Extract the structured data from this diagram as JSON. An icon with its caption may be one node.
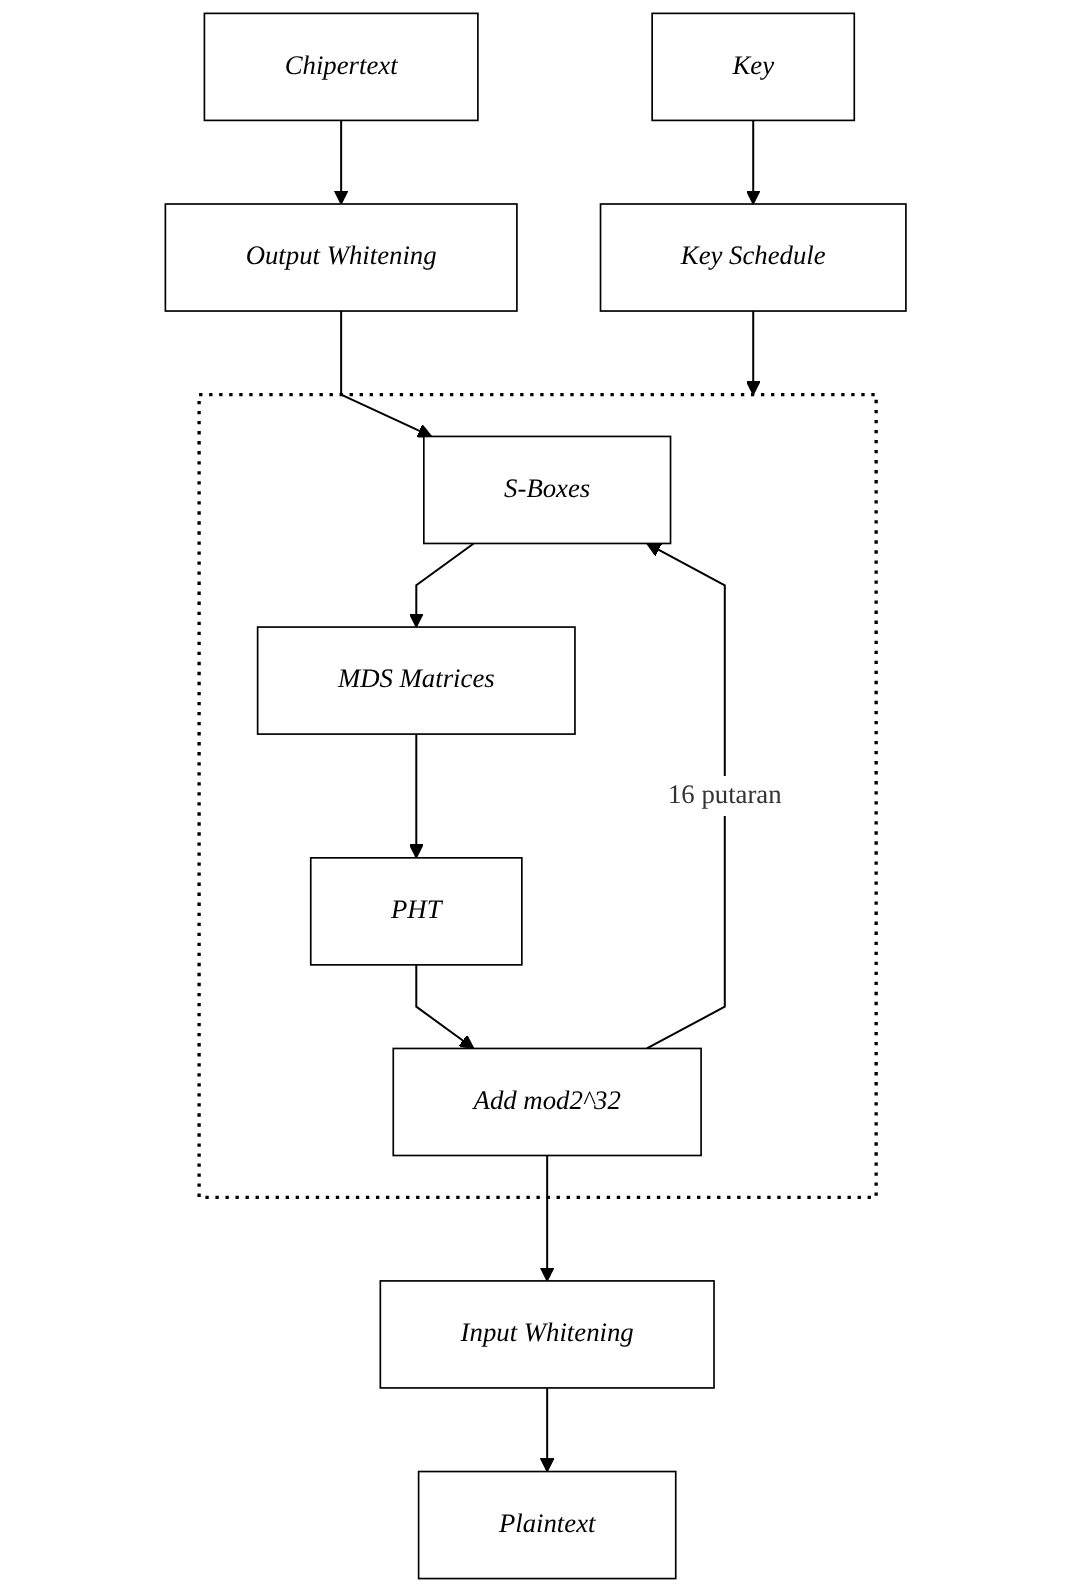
{
  "diagram": {
    "nodes": [
      {
        "text": [
          "Chipertext"
        ]
      },
      {
        "text": [
          "Output Whitening"
        ]
      },
      {
        "text": [],
        "shape": "box"
      },
      {
        "text": [
          "S-Boxes"
        ],
        "in": 2
      },
      {
        "text": [
          "MDS Matrices"
        ],
        "in": 2
      },
      {
        "text": [
          "PHT"
        ],
        "in": 2
      },
      {
        "text": [
          "Add mod2^32"
        ],
        "in": 2
      },
      {
        "text": [
          "Input Whitening"
        ]
      },
      {
        "text": [
          "Plaintext"
        ]
      },
      {
        "text": [
          "Key"
        ]
      },
      {
        "text": [
          "Key Schedule"
        ]
      }
    ],
    "edges": [
      {
        "from": 0,
        "to": 1,
        "arrow": "to"
      },
      {
        "from": 1,
        "to": 3,
        "arrow": "to"
      },
      {
        "from": 3,
        "to": 4,
        "arrow": "to"
      },
      {
        "from": 4,
        "to": 5,
        "arrow": "to"
      },
      {
        "from": 5,
        "to": 6,
        "arrow": "to"
      },
      {
        "from": 6,
        "to": 3,
        "arrow": "to",
        "label": "16 putaran"
      },
      {
        "from": 6,
        "to": 7,
        "arrow": "to"
      },
      {
        "from": 7,
        "to": 8,
        "arrow": "to"
      },
      {
        "from": 9,
        "to": 10,
        "arrow": "to"
      },
      {
        "from": 10,
        "to": 2,
        "arrow": "to"
      }
    ]
  }
}
